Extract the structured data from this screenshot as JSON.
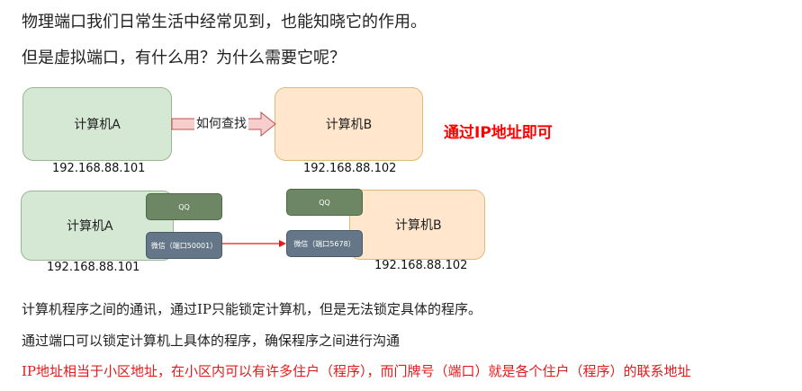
{
  "intro": {
    "line1": "物理端口我们日常生活中经常见到，也能知晓它的作用。",
    "line2": "但是虚拟端口，有什么用？为什么需要它呢？"
  },
  "diagram1": {
    "computer_a": "计算机A",
    "computer_b": "计算机B",
    "arrow_label": "如何查找",
    "ip_a": "192.168.88.101",
    "ip_b": "192.168.88.102",
    "answer": "通过IP地址即可"
  },
  "diagram2": {
    "computer_a": "计算机A",
    "computer_b": "计算机B",
    "qq_a": "QQ",
    "qq_b": "QQ",
    "wechat_a": "微信（端口50001）",
    "wechat_b": "微信（端口5678）",
    "ip_a": "192.168.88.101",
    "ip_b": "192.168.88.102"
  },
  "text": {
    "p1": "计算机程序之间的通讯，通过IP只能锁定计算机，但是无法锁定具体的程序。",
    "p2": "通过端口可以锁定计算机上具体的程序，确保程序之间进行沟通",
    "p3": "IP地址相当于小区地址，在小区内可以有许多住户（程序），而门牌号（端口）就是各个住户（程序）的联系地址"
  },
  "colors": {
    "green_fill": "#d5e8d4",
    "orange_fill": "#ffe6cc",
    "arrow_pink": "#f8cecc",
    "answer_red": "#ff0000",
    "link_red": "#e31a1a",
    "chip_green": "#6d8764",
    "chip_slate": "#647687"
  }
}
